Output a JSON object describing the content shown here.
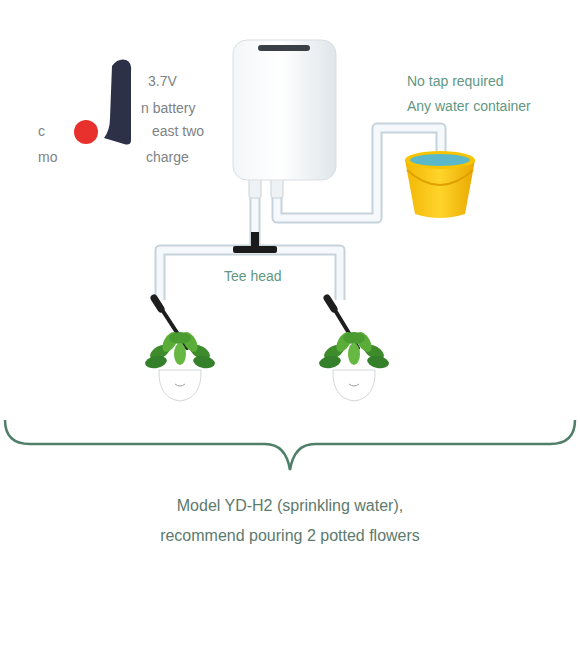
{
  "diagram": {
    "caption": "Model YD-H2 (sprinkling water), recommend pouring 2 potted flowers",
    "labels": [
      "3.7V",
      "n battery",
      "c",
      "east two",
      "mo",
      "charge",
      "No tap required",
      "Any water container",
      "Tee head"
    ]
  }
}
